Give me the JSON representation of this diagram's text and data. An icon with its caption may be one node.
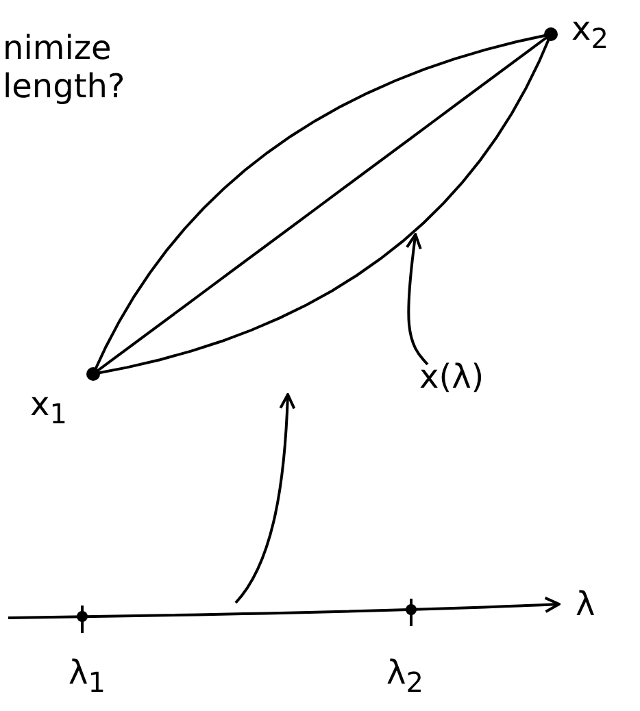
{
  "diagram": {
    "nodes": [
      {
        "text": [],
        "shape": "circle",
        "beside": [
          "x$_{1}$"
        ]
      },
      {
        "text": [],
        "shape": "circle",
        "beside": [
          "x$_{2}$"
        ]
      },
      {
        "text": [
          "x(λ)"
        ]
      }
    ],
    "edges": [
      {
        "from": 0,
        "to": 1,
        "arrow": "none"
      },
      {
        "from": 0,
        "to": 1,
        "arrow": "none"
      },
      {
        "from": 0,
        "to": 1,
        "arrow": "none"
      },
      {
        "from": 2,
        "to": null,
        "arrow": "to"
      }
    ],
    "labels": [
      "nimize length?",
      "λ$_{1}$",
      "λ$_{2}$",
      "λ"
    ]
  }
}
